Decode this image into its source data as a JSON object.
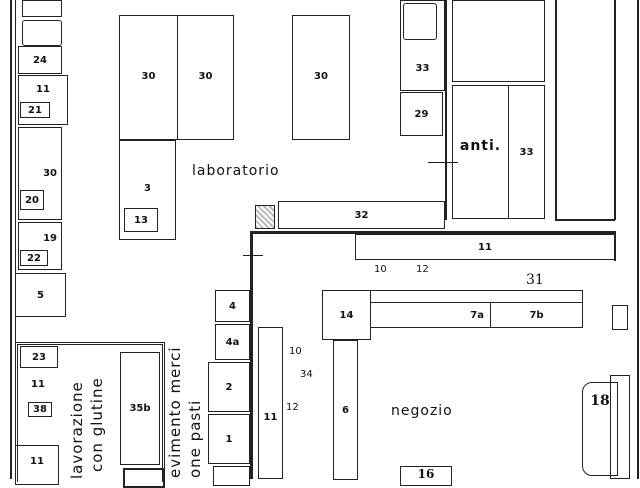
{
  "rooms": {
    "laboratorio": "laboratorio",
    "anti": "anti.",
    "negozio": "negozio",
    "lavorazione_line1": "lavorazione",
    "lavorazione_line2": "con glutine",
    "ricevimento_line1": "evimento merci",
    "ricevimento_line2": "one pasti"
  },
  "items": {
    "i24": "24",
    "i11a": "11",
    "i21": "21",
    "i30a": "30",
    "i20": "20",
    "i19": "19",
    "i22": "22",
    "i5": "5",
    "i30b": "30",
    "i30c": "30",
    "i30d": "30",
    "i3": "3",
    "i13": "13",
    "i33a": "33",
    "i29": "29",
    "i33b": "33",
    "i32": "32",
    "i11b": "11",
    "i10a": "10",
    "i12a": "12",
    "i31": "31",
    "i14": "14",
    "i7a": "7a",
    "i7b": "7b",
    "i4": "4",
    "i4a": "4a",
    "i10b": "10",
    "i34": "34",
    "i2": "2",
    "i12b": "12",
    "i11c": "11",
    "i6": "6",
    "i1": "1",
    "i23": "23",
    "i11d": "11",
    "i38": "38",
    "i11e": "11",
    "i35b": "35b",
    "i16": "16",
    "i18": "18"
  }
}
